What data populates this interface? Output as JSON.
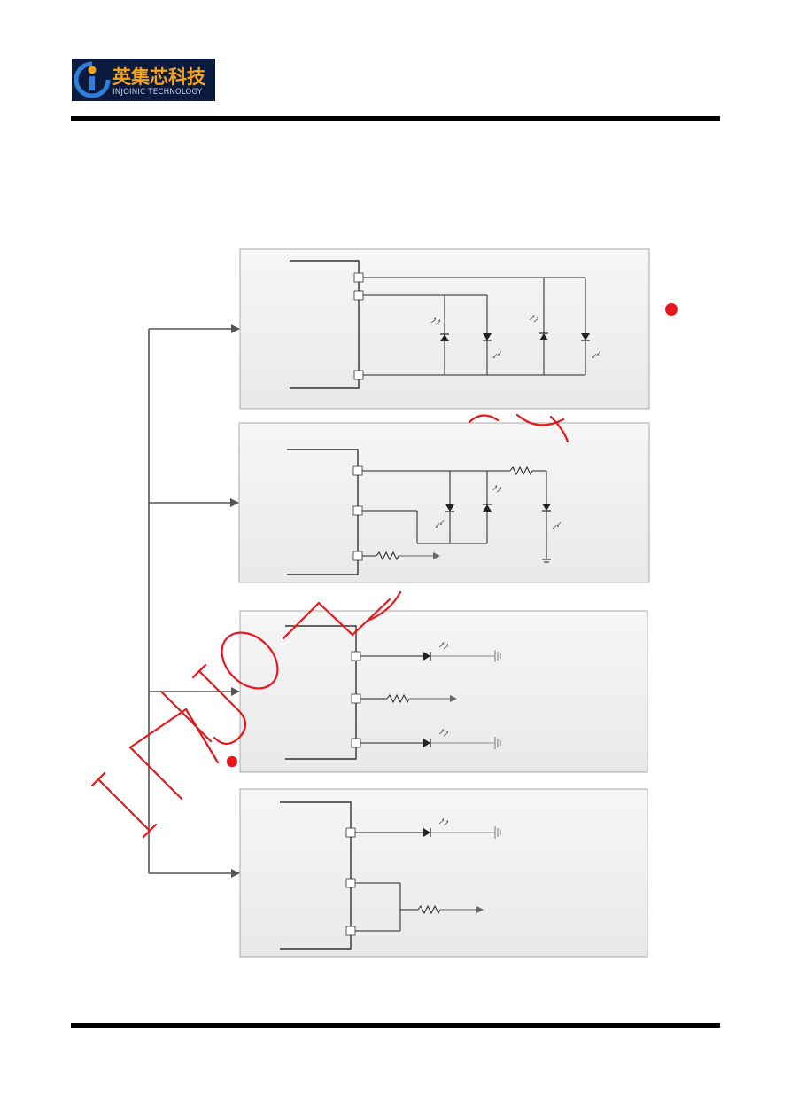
{
  "logo": {
    "name_zh": "英集芯科技",
    "name_en": "INJOINIC TECHNOLOGY",
    "mark_letter": "i"
  },
  "watermark": {
    "text": "INJOINIC",
    "color": "#e8171c"
  },
  "colors": {
    "panel_fill": "#efefef",
    "line": "#222222",
    "arrow": "#555555"
  },
  "panels": [
    {
      "name": "panel-1",
      "pins": 3,
      "contents": "four-leds-bridge"
    },
    {
      "name": "panel-2",
      "pins": 3,
      "contents": "led-pair-resistor-led-ground"
    },
    {
      "name": "panel-3",
      "pins": 3,
      "contents": "led-resistor-led"
    },
    {
      "name": "panel-4",
      "pins": 3,
      "contents": "led-shared-resistor"
    }
  ]
}
